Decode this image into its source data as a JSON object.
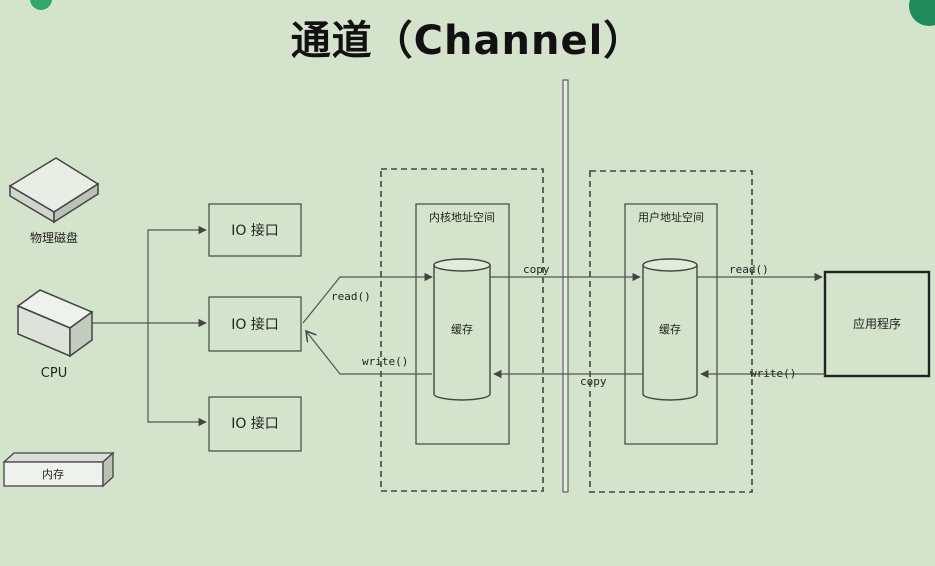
{
  "title": "通道（Channel）",
  "devices": {
    "disk": "物理磁盘",
    "cpu": "CPU",
    "memory": "内存"
  },
  "io_ports": [
    "IO 接口",
    "IO 接口",
    "IO 接口"
  ],
  "kernel": {
    "label": "内核地址空间",
    "buffer": "缓存"
  },
  "user": {
    "label": "用户地址空间",
    "buffer": "缓存"
  },
  "app": "应用程序",
  "arrows": {
    "read_left": "read()",
    "write_left": "write()",
    "copy_top": "copy",
    "copy_bottom": "copy",
    "read_right": "read()",
    "write_right": "write()"
  },
  "colors": {
    "background": "#d4e4cc",
    "line": "#555555",
    "box_border": "#444444"
  }
}
